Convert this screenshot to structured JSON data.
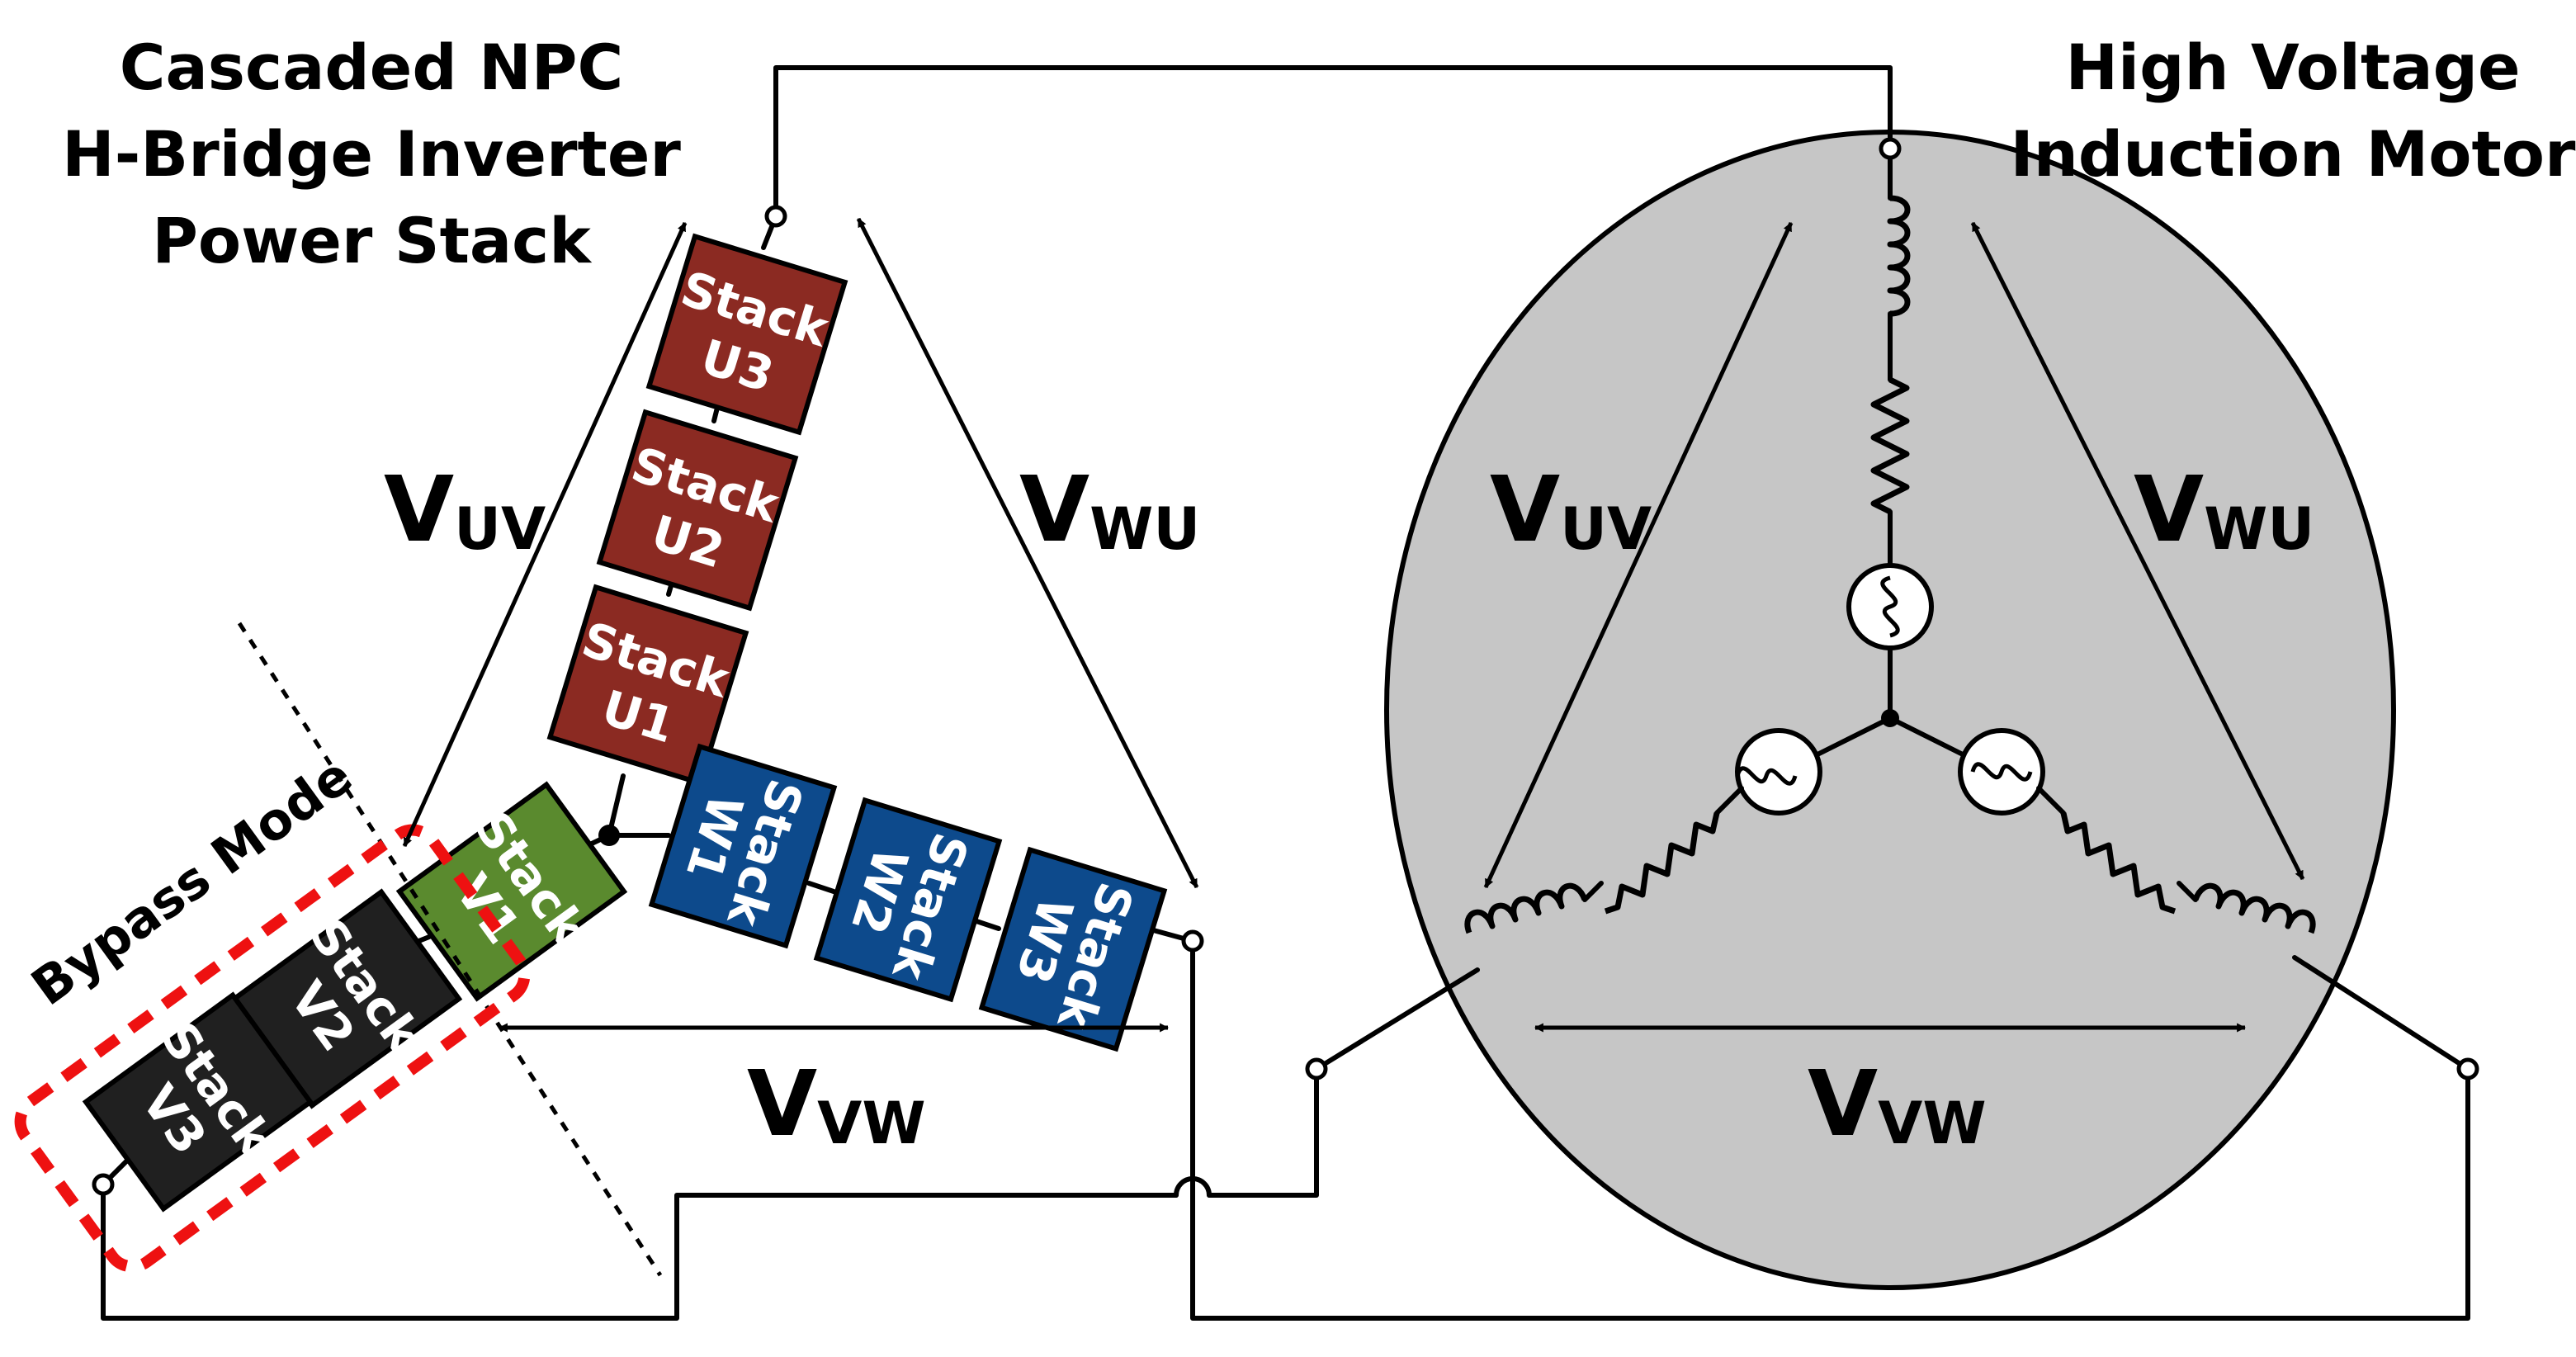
{
  "titles": {
    "inverter": [
      "Cascaded NPC",
      "H-Bridge Inverter",
      "Power Stack"
    ],
    "motor": [
      "High Voltage",
      "Induction Motor"
    ]
  },
  "bypass_label": "Bypass Mode",
  "stack_word": "Stack",
  "stacks": {
    "u": [
      "U1",
      "U2",
      "U3"
    ],
    "w": [
      "W1",
      "W2",
      "W3"
    ],
    "v": [
      "V1",
      "V2",
      "V3"
    ]
  },
  "voltage_labels": {
    "uv": {
      "main": "V",
      "sub": "UV"
    },
    "wu": {
      "main": "V",
      "sub": "WU"
    },
    "vw": {
      "main": "V",
      "sub": "VW"
    }
  },
  "colors": {
    "stack_u": "#8b2a22",
    "stack_w": "#0d4a8c",
    "stack_v1": "#5a8a2e",
    "stack_bypassed": "#202020",
    "bypass_box": "#ee1111",
    "motor_body": "#c6c6c6"
  },
  "icons": {
    "source": "ac-source-icon",
    "resistor": "resistor-icon",
    "inductor": "inductor-icon",
    "terminal": "terminal-icon"
  }
}
